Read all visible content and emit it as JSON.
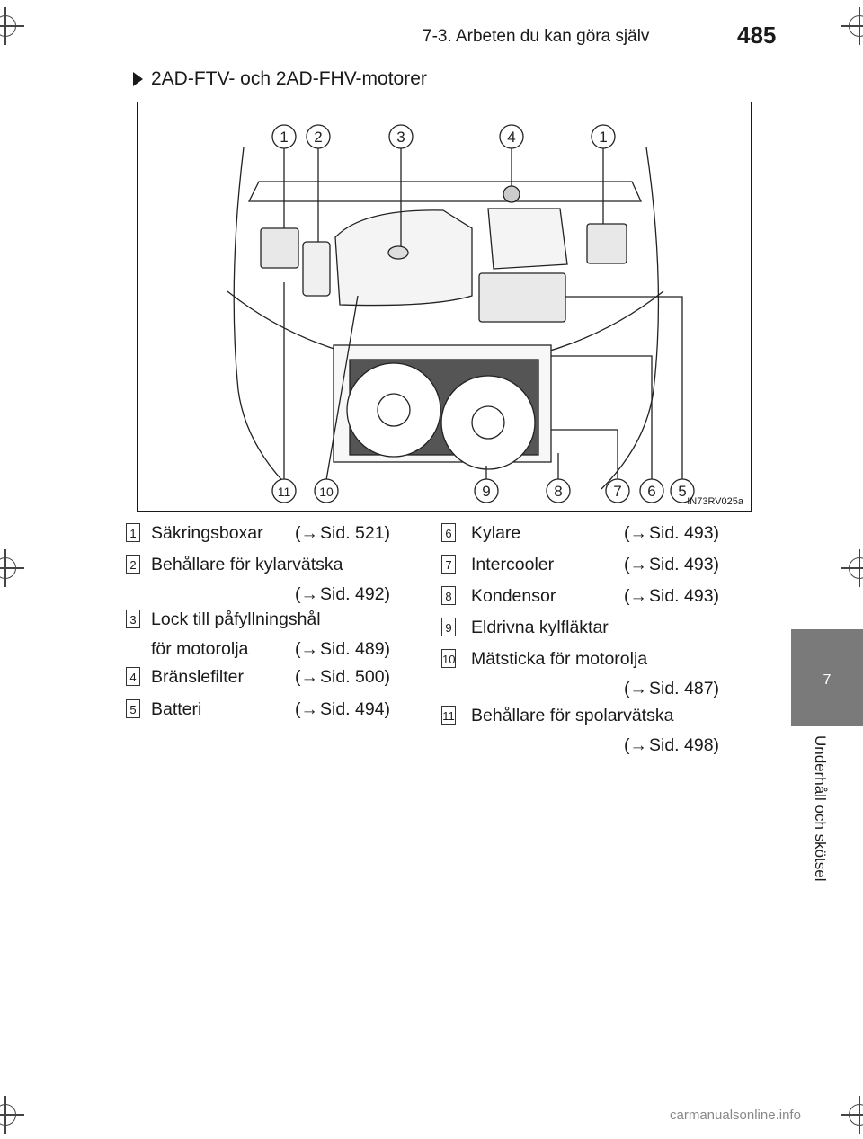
{
  "header": {
    "section_title": "7-3. Arbeten du kan göra själv",
    "page_number": "485"
  },
  "side_tab": {
    "chapter_number": "7",
    "chapter_title": "Underhåll och skötsel"
  },
  "subheading": "2AD-FTV- och 2AD-FHV-motorer",
  "figure": {
    "code": "IN73RV025a",
    "callouts_top": [
      "1",
      "2",
      "3",
      "4",
      "1"
    ],
    "callouts_bottom": [
      "11",
      "10",
      "9",
      "8",
      "7",
      "6",
      "5"
    ]
  },
  "legend": [
    {
      "num": "1",
      "line1": "Säkringsboxar",
      "line2": "",
      "ref": "Sid. 521)"
    },
    {
      "num": "2",
      "line1": "Behållare för kylarvätska",
      "line2": "",
      "ref": "Sid. 492)"
    },
    {
      "num": "3",
      "line1": "Lock till påfyllningshål",
      "line2": "för motorolja",
      "ref": "Sid. 489)"
    },
    {
      "num": "4",
      "line1": "Bränslefilter",
      "line2": "",
      "ref": "Sid. 500)"
    },
    {
      "num": "5",
      "line1": "Batteri",
      "line2": "",
      "ref": "Sid. 494)"
    },
    {
      "num": "6",
      "line1": "Kylare",
      "line2": "",
      "ref": "Sid. 493)"
    },
    {
      "num": "7",
      "line1": "Intercooler",
      "line2": "",
      "ref": "Sid. 493)"
    },
    {
      "num": "8",
      "line1": "Kondensor",
      "line2": "",
      "ref": "Sid. 493)"
    },
    {
      "num": "9",
      "line1": "Eldrivna kylfläktar",
      "line2": "",
      "ref": ""
    },
    {
      "num": "10",
      "line1": "Mätsticka för motorolja",
      "line2": "",
      "ref": "Sid. 487)"
    },
    {
      "num": "11",
      "line1": "Behållare för spolarvätska",
      "line2": "",
      "ref": "Sid. 498)"
    }
  ],
  "ref_prefix": "(",
  "footer": "carmanualsonline.info"
}
